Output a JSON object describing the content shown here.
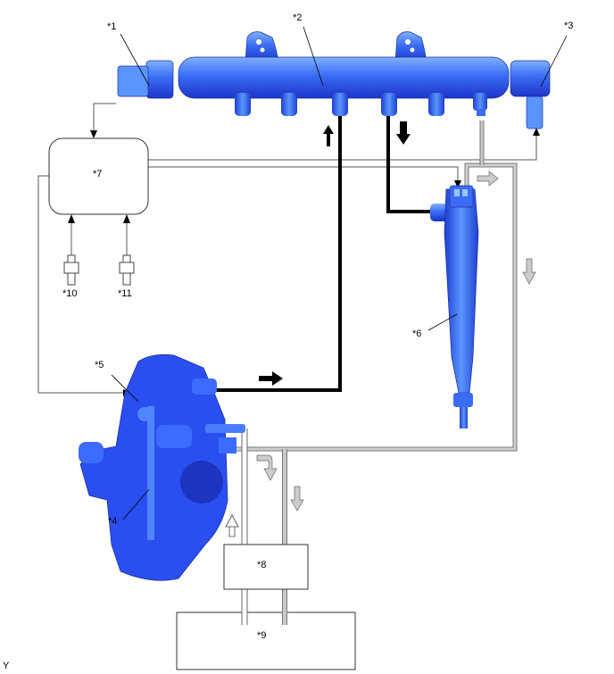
{
  "labels": {
    "c1": "*1",
    "c2": "*2",
    "c3": "*3",
    "c4": "*4",
    "c5": "*5",
    "c6": "*6",
    "c7": "*7",
    "c8": "*8",
    "c9": "*9",
    "c10": "*10",
    "c11": "*11"
  },
  "corner_code": "Y",
  "colors": {
    "part_blue": "#2f55f0",
    "part_light": "#6fa8ff",
    "high_pressure": "#000000",
    "return_line": "#c8c8c8"
  }
}
